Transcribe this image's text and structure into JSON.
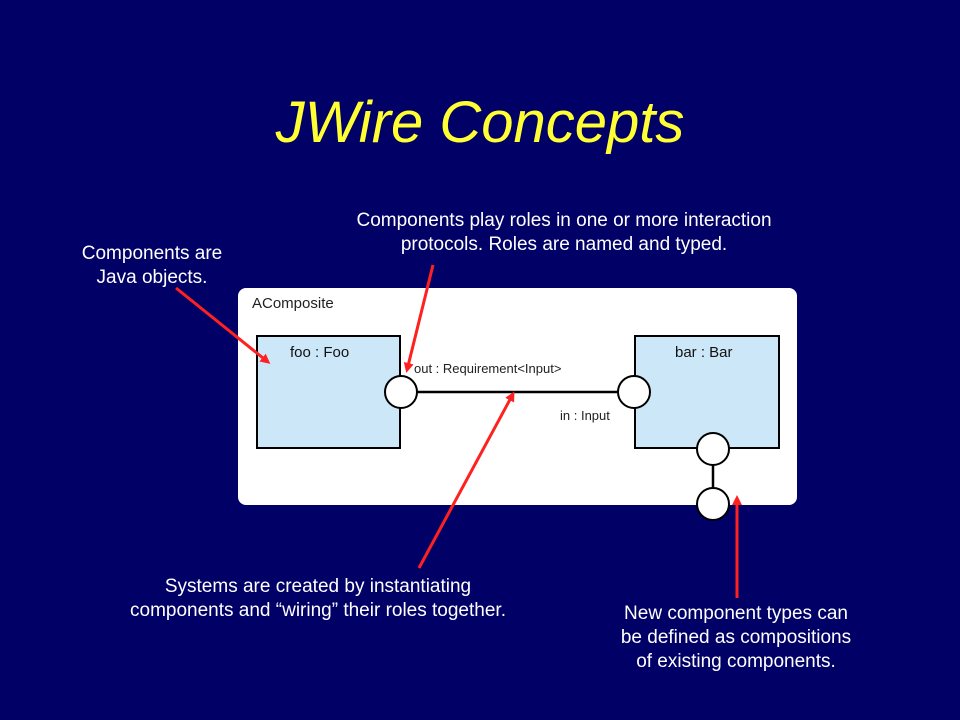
{
  "slide": {
    "title": "JWire Concepts",
    "background_color": "#000066",
    "title_color": "#ffff33",
    "arrow_color": "#ff2020"
  },
  "callouts": {
    "java_objects": [
      "Components are",
      "Java objects."
    ],
    "roles": [
      "Components play roles in one or more interaction",
      "protocols. Roles are named and typed."
    ],
    "wiring": [
      "Systems are created by instantiating",
      "components and “wiring” their roles together."
    ],
    "compositions": [
      "New component types can",
      "be defined as compositions",
      "of existing components."
    ]
  },
  "diagram": {
    "composite_label": "AComposite",
    "foo_label": "foo : Foo",
    "bar_label": "bar : Bar",
    "out_port_label": "out : Requirement<Input>",
    "in_port_label": "in : Input",
    "component_fill": "#cce8f8"
  }
}
